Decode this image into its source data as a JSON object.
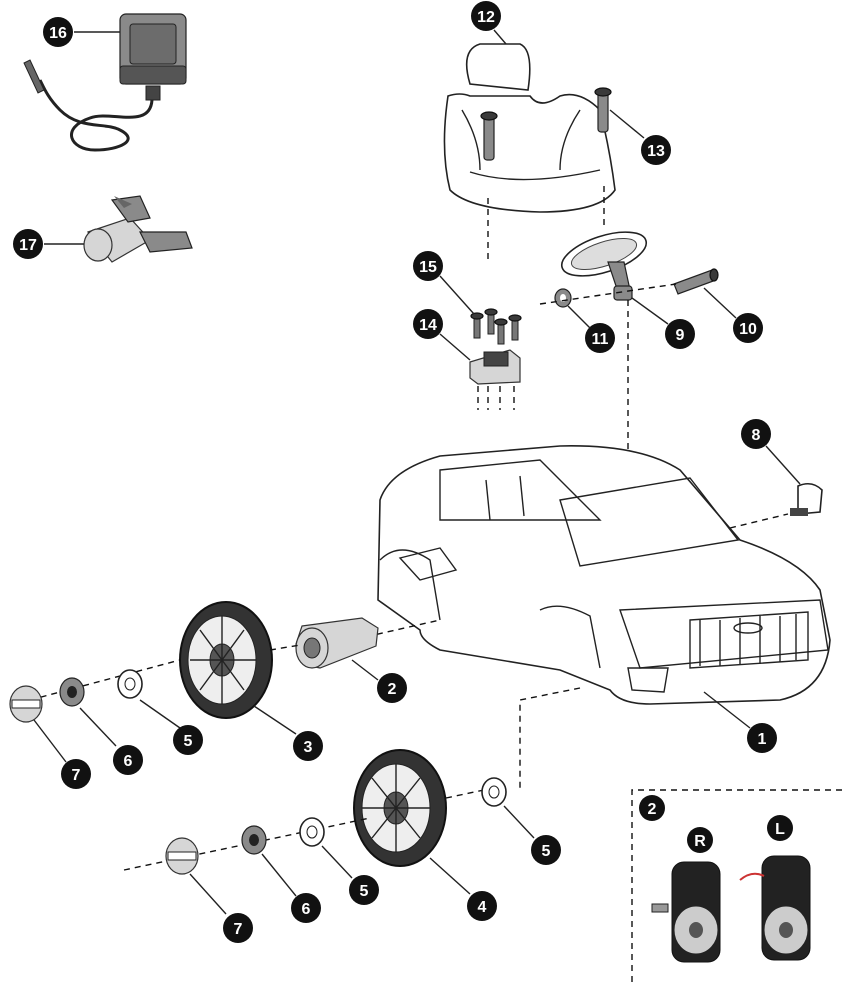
{
  "callouts": {
    "c1": "1",
    "c2": "2",
    "c3": "3",
    "c4": "4",
    "c5a": "5",
    "c5b": "5",
    "c5c": "5",
    "c6a": "6",
    "c6b": "6",
    "c7a": "7",
    "c7b": "7",
    "c8": "8",
    "c9": "9",
    "c10": "10",
    "c11": "11",
    "c12": "12",
    "c13": "13",
    "c14": "14",
    "c15": "15",
    "c16": "16",
    "c17": "17"
  },
  "inset": {
    "number": "2",
    "right_label": "R",
    "left_label": "L"
  },
  "icons": [
    "charger-icon",
    "wrench-icon",
    "seat-icon",
    "steering-wheel-icon",
    "car-body-icon",
    "wheel-icon",
    "gearbox-motor-icon"
  ]
}
